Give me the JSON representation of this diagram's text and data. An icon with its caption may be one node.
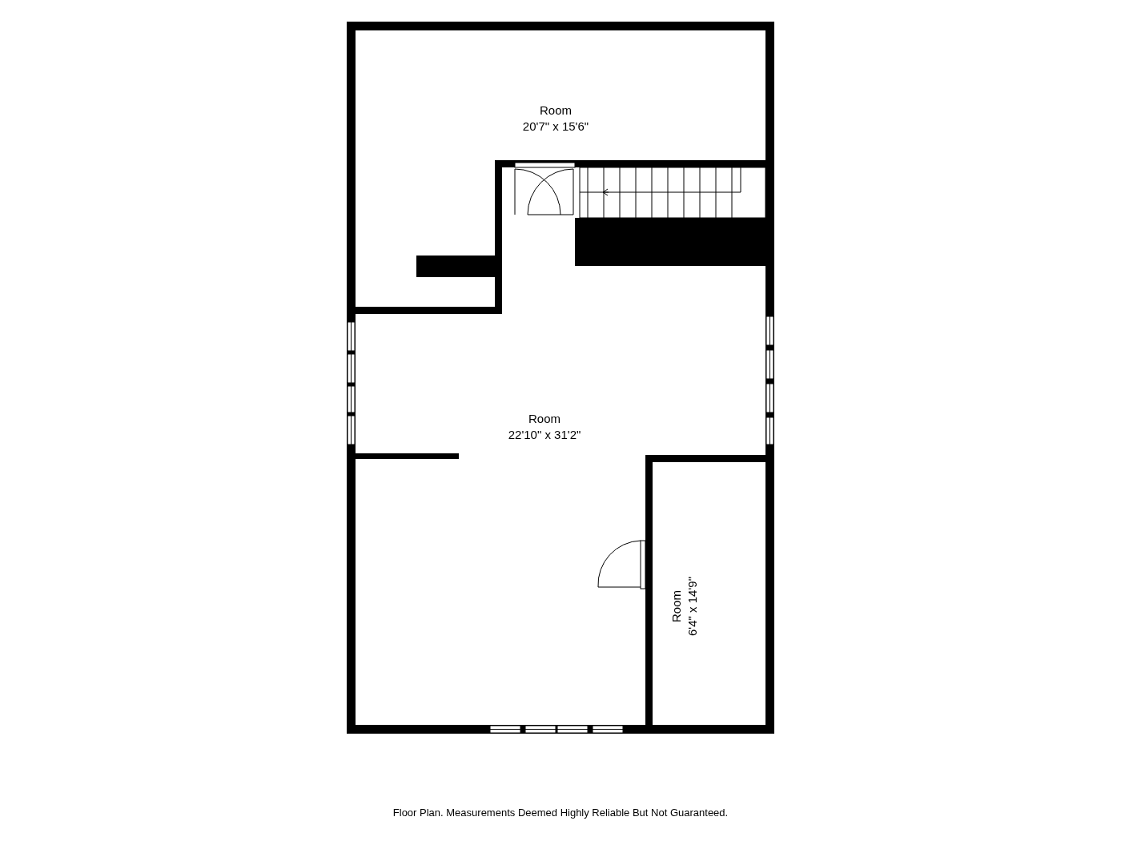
{
  "diagram": {
    "nodes": [
      {
        "text": [
          "Room",
          "20'7\" x 15'6\""
        ]
      },
      {
        "text": [
          "Room",
          "22'10\" x 31'2\""
        ]
      },
      {
        "text": [
          "Room",
          "6'4\" x 14'9\""
        ]
      }
    ],
    "labels": [
      "Floor Plan. Measurements Deemed Highly Reliable But Not Guaranteed."
    ]
  }
}
